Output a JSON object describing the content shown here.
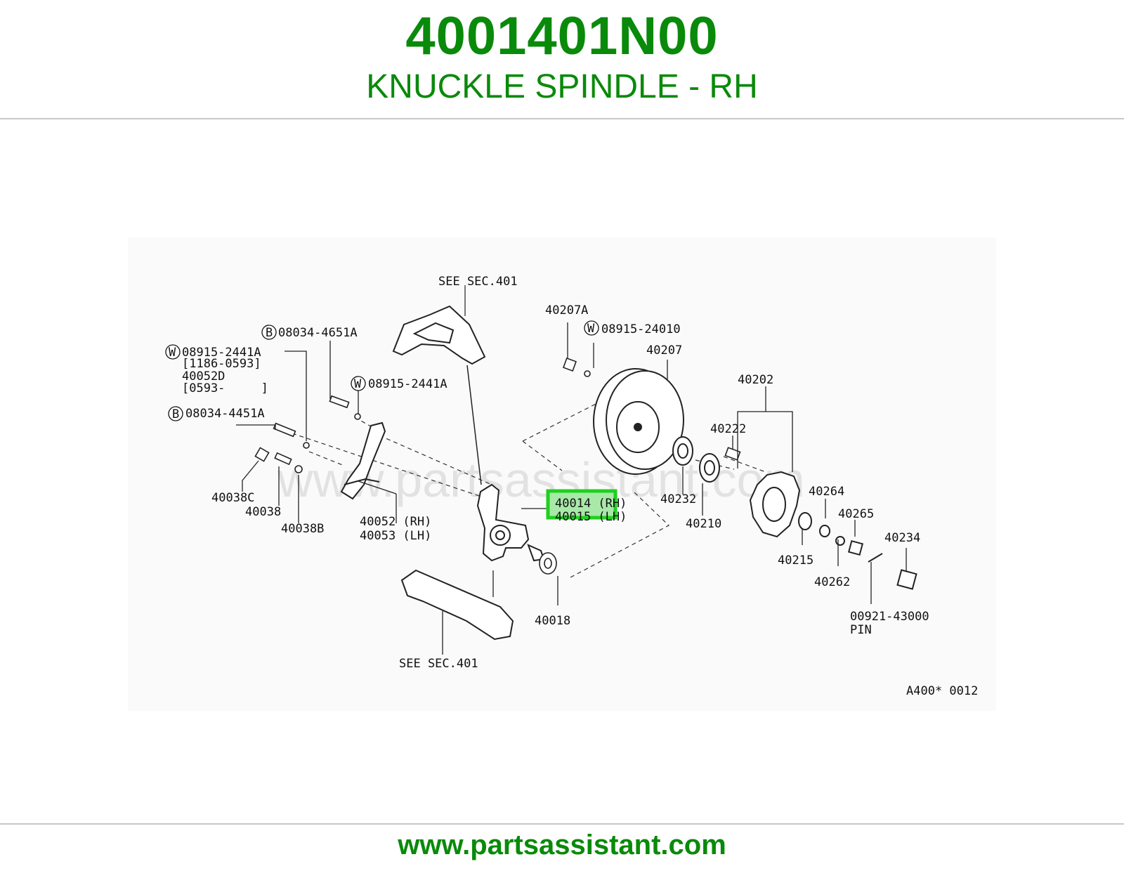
{
  "header": {
    "part_number": "4001401N00",
    "part_name": "KNUCKLE SPINDLE - RH"
  },
  "footer": {
    "url": "www.partsassistant.com"
  },
  "colors": {
    "brand_green": "#0a8a0a",
    "highlight_green": "#1fd01f",
    "highlight_fill": "#a8e8a8"
  },
  "diagram": {
    "watermark": "www.partsassistant.com",
    "drawing_code": "A400* 0012",
    "refs": {
      "see_sec_top": "SEE SEC.401",
      "see_sec_bottom": "SEE SEC.401"
    },
    "callouts": {
      "b_08034_4651A": "08034-4651A",
      "w_08915_2441A_top": "08915-2441A",
      "range_1": "[1186-0593]",
      "p40052D": "40052D",
      "range_2": "[0593-     ]",
      "b_08034_4451A": "08034-4451A",
      "w_08915_2441A_mid": "08915-2441A",
      "p40038C": "40038C",
      "p40038": "40038",
      "p40038B": "40038B",
      "p40052_rh": "40052 (RH)",
      "p40053_lh": "40053 (LH)",
      "p40014_rh": "40014 (RH)",
      "p40015_lh": "40015 (LH)",
      "p40018": "40018",
      "p40207A": "40207A",
      "w_08915_24010": "08915-24010",
      "p40207": "40207",
      "p40232": "40232",
      "p40210": "40210",
      "p40202": "40202",
      "p40222": "40222",
      "p40264": "40264",
      "p40265": "40265",
      "p40215": "40215",
      "p40262": "40262",
      "p40234": "40234",
      "p00921_43000": "00921-43000",
      "pin": "PIN"
    },
    "badges": {
      "washer": "W",
      "bolt": "B"
    }
  }
}
